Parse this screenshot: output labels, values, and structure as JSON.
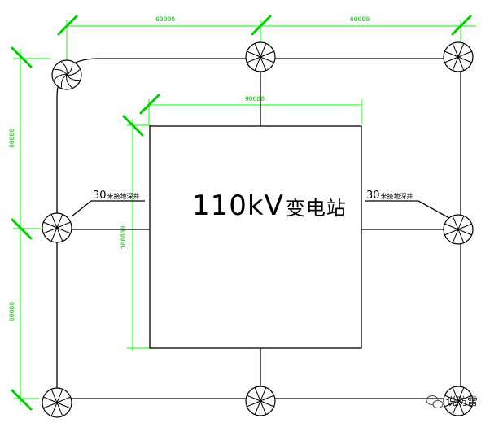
{
  "substation": {
    "title": "110kV",
    "title_suffix": "变电站"
  },
  "well_label_left": {
    "num": "30",
    "text": "米接地深井"
  },
  "well_label_right": {
    "num": "30",
    "text": "米接地深井"
  },
  "dimensions": {
    "top_left": "60000",
    "top_right": "60000",
    "inner_top": "90000",
    "left_upper": "60000",
    "left_lower": "60000",
    "inner_left": "106000"
  },
  "watermark": "说防雷",
  "colors": {
    "dimension": "#00ff00",
    "line": "#000000",
    "background": "#ffffff"
  },
  "icons": [
    "grounding-well-icon",
    "wechat-icon"
  ]
}
